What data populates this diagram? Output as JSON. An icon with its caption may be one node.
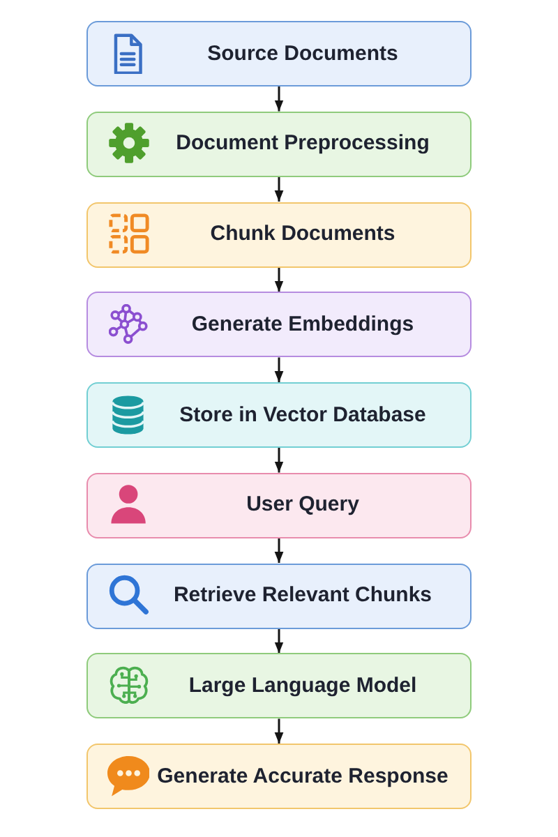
{
  "diagram": {
    "nodes": [
      {
        "text": [
          "Source Documents"
        ]
      },
      {
        "text": [
          "Document Preprocessing"
        ]
      },
      {
        "text": [
          "Chunk Documents"
        ]
      },
      {
        "text": [
          "Generate Embeddings"
        ]
      },
      {
        "text": [
          "Store in Vector Database"
        ]
      },
      {
        "text": [
          "User Query"
        ]
      },
      {
        "text": [
          "Retrieve Relevant Chunks"
        ]
      },
      {
        "text": [
          "Large Language Model"
        ]
      },
      {
        "text": [
          "Generate Accurate Response"
        ]
      }
    ],
    "edges": [
      {
        "from": 0,
        "to": 1,
        "arrow": "to"
      },
      {
        "from": 1,
        "to": 2,
        "arrow": "to"
      },
      {
        "from": 2,
        "to": 3,
        "arrow": "to"
      },
      {
        "from": 3,
        "to": 4,
        "arrow": "to"
      },
      {
        "from": 4,
        "to": 5,
        "arrow": "to"
      },
      {
        "from": 5,
        "to": 6,
        "arrow": "to"
      },
      {
        "from": 6,
        "to": 7,
        "arrow": "to"
      },
      {
        "from": 7,
        "to": 8,
        "arrow": "to"
      }
    ]
  }
}
